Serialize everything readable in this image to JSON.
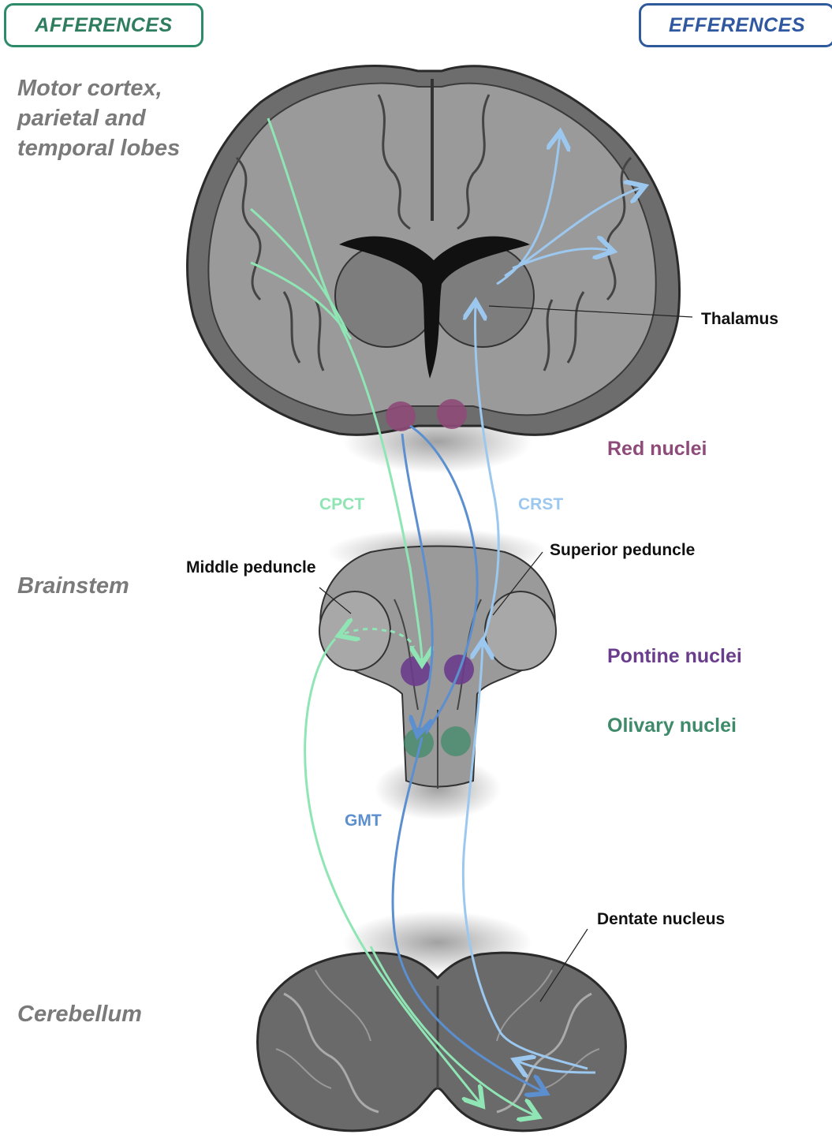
{
  "header": {
    "afferences": "AFFERENCES",
    "efferences": "EFFERENCES"
  },
  "regions": {
    "cortex_line1": "Motor cortex,",
    "cortex_line2": "parietal and",
    "cortex_line3": "temporal lobes",
    "brainstem": "Brainstem",
    "cerebellum": "Cerebellum"
  },
  "labels": {
    "thalamus": "Thalamus",
    "superior_peduncle": "Superior peduncle",
    "middle_peduncle": "Middle peduncle",
    "dentate_nucleus": "Dentate nucleus"
  },
  "nuclei": {
    "red": "Red nuclei",
    "pontine": "Pontine nuclei",
    "olivary": "Olivary nuclei"
  },
  "tracts": {
    "cpct": "CPCT",
    "crst": "CRST",
    "gmt": "GMT"
  },
  "colors": {
    "afferent_green": "#8fe6b4",
    "efferent_light_blue": "#9cc8f0",
    "gmt_blue": "#5b8fcf",
    "red_nuclei": "#8e4a78",
    "pontine_nuclei": "#6a3d8c",
    "olivary_nuclei": "#3f8a6a",
    "afferences_border": "#2e8b6a",
    "efferences_border": "#2e5a9c",
    "region_text": "#7a7a7a"
  }
}
